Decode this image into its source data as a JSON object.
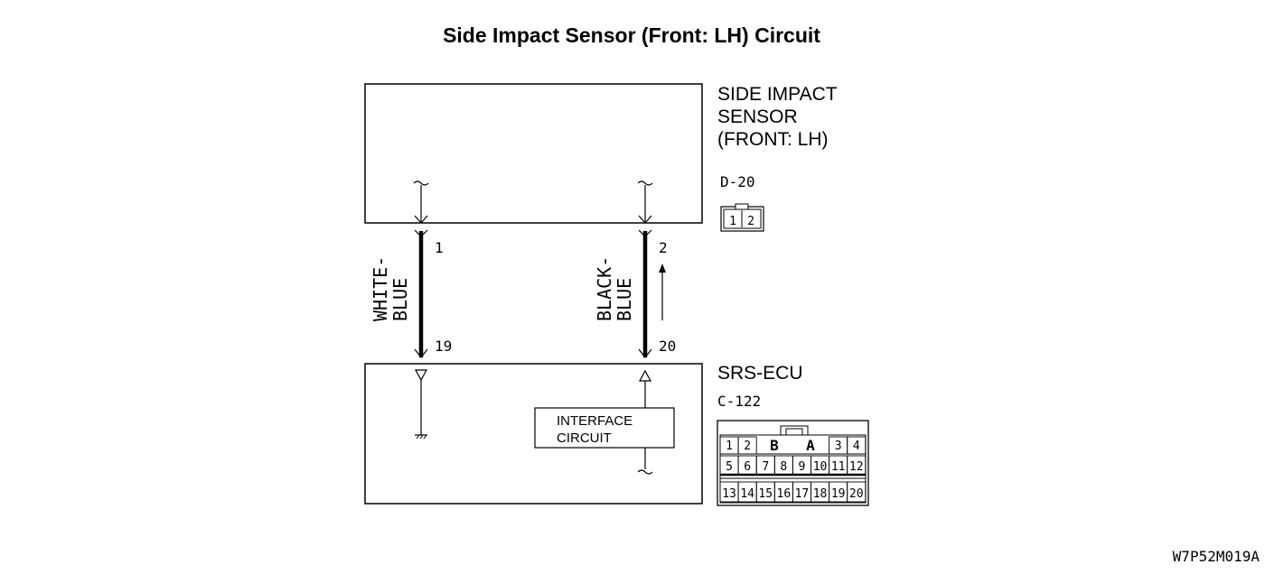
{
  "title": "Side Impact Sensor (Front: LH) Circuit",
  "sensor": {
    "name_lines": [
      "SIDE IMPACT",
      "SENSOR",
      "(FRONT: LH)"
    ],
    "connector": "D-20",
    "connector_pins": [
      "1",
      "2"
    ]
  },
  "ecu": {
    "name": "SRS-ECU",
    "connector": "C-122",
    "interface_lines": [
      "INTERFACE",
      "CIRCUIT"
    ],
    "connector_pins": {
      "row1": [
        "1",
        "2",
        "B",
        "A",
        "3",
        "4"
      ],
      "row2": [
        "5",
        "6",
        "7",
        "8",
        "9",
        "10",
        "11",
        "12"
      ],
      "row3": [
        "13",
        "14",
        "15",
        "16",
        "17",
        "18",
        "19",
        "20"
      ]
    }
  },
  "wires": [
    {
      "color_lines": [
        "WHITE-",
        "BLUE"
      ],
      "sensor_pin": "1",
      "ecu_pin": "19"
    },
    {
      "color_lines": [
        "BLACK-",
        "BLUE"
      ],
      "sensor_pin": "2",
      "ecu_pin": "20"
    }
  ],
  "diagram_code": "W7P52M019A"
}
